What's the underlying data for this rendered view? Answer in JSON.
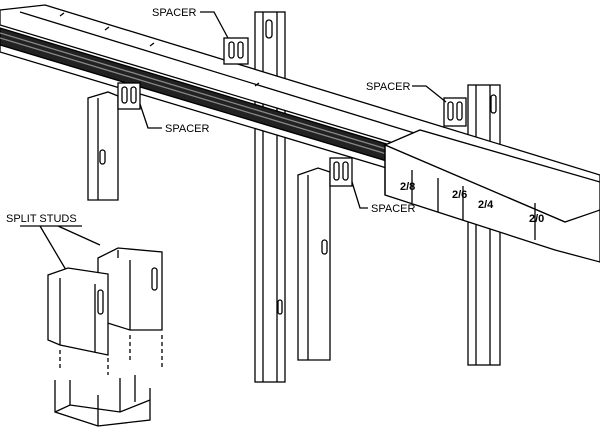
{
  "title": "Split studs and spacers assembly",
  "labels": {
    "spacer_1": "SPACER",
    "spacer_2": "SPACER",
    "spacer_3": "SPACER",
    "spacer_4": "SPACER",
    "split_studs": "SPLIT STUDS"
  },
  "header_marks": [
    "2/8",
    "2/6",
    "2/4",
    "2/0"
  ]
}
